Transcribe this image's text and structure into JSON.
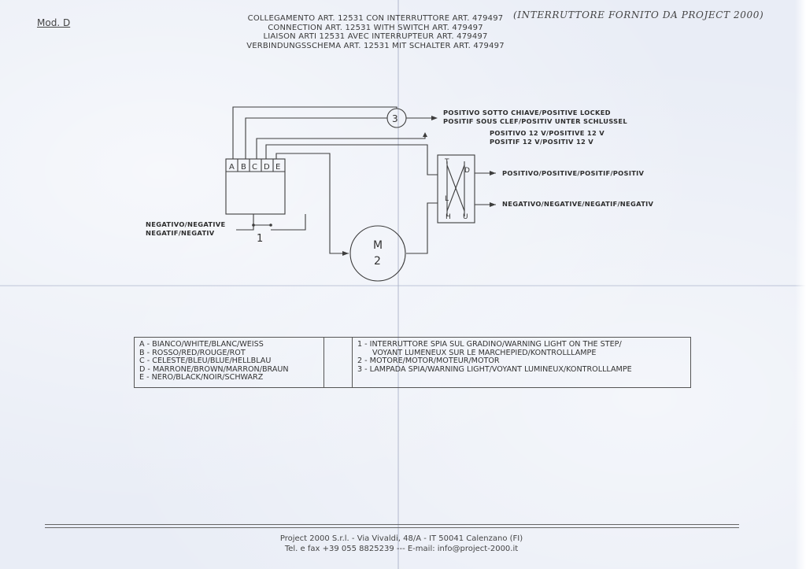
{
  "header": {
    "model": "Mod. D",
    "title_lines": [
      "COLLEGAMENTO ART. 12531 CON INTERRUTTORE ART. 479497",
      "CONNECTION ART. 12531 WITH SWITCH ART. 479497",
      "LIAISON ARTI 12531 AVEC INTERRUPTEUR ART. 479497",
      "VERBINDUNGSSCHEMA ART. 12531 MIT SCHALTER ART. 479497"
    ],
    "handwritten_note": "(INTERRUTTORE FORNITO DA PROJECT 2000)"
  },
  "diagram": {
    "lamp_number": "3",
    "motor_letter": "M",
    "motor_number": "2",
    "switch_number": "1",
    "terminals": [
      "A",
      "B",
      "C",
      "D",
      "E"
    ],
    "switch_box_letters": {
      "t": "T",
      "d": "D",
      "l": "L",
      "h": "H",
      "u": "U"
    },
    "labels": {
      "positive_locked_line1": "POSITIVO SOTTO CHIAVE/POSITIVE LOCKED",
      "positive_locked_line2": "POSITIF SOUS CLEF/POSITIV UNTER SCHLUSSEL",
      "positive12_line1": "POSITIVO 12 V/POSITIVE 12 V",
      "positive12_line2": "POSITIF 12 V/POSITIV 12 V",
      "positive": "POSITIVO/POSITIVE/POSITIF/POSITIV",
      "negative_right": "NEGATIVO/NEGATIVE/NEGATIF/NEGATIV",
      "negative_left_line1": "NEGATIVO/NEGATIVE",
      "negative_left_line2": "NEGATIF/NEGATIV"
    }
  },
  "legend": {
    "wires": [
      "A - BIANCO/WHITE/BLANC/WEISS",
      "B - ROSSO/RED/ROUGE/ROT",
      "C - CELESTE/BLEU/BLUE/HELLBLAU",
      "D - MARRONE/BROWN/MARRON/BRAUN",
      "E - NERO/BLACK/NOIR/SCHWARZ"
    ],
    "components": [
      "1 - INTERRUTTORE SPIA SUL GRADINO/WARNING LIGHT ON THE STEP/",
      "VOYANT LUMENEUX SUR LE MARCHEPIED/KONTROLLLAMPE",
      "2 - MOTORE/MOTOR/MOTEUR/MOTOR",
      "3 - LAMPADA SPIA/WARNING LIGHT/VOYANT LUMINEUX/KONTROLLLAMPE"
    ]
  },
  "footer": {
    "line1": "Project 2000 S.r.l. - Via Vivaldi, 48/A - IT 50041 Calenzano (FI)",
    "line2": "Tel. e fax +39 055 8825239 --- E-mail: info@project-2000.it"
  }
}
